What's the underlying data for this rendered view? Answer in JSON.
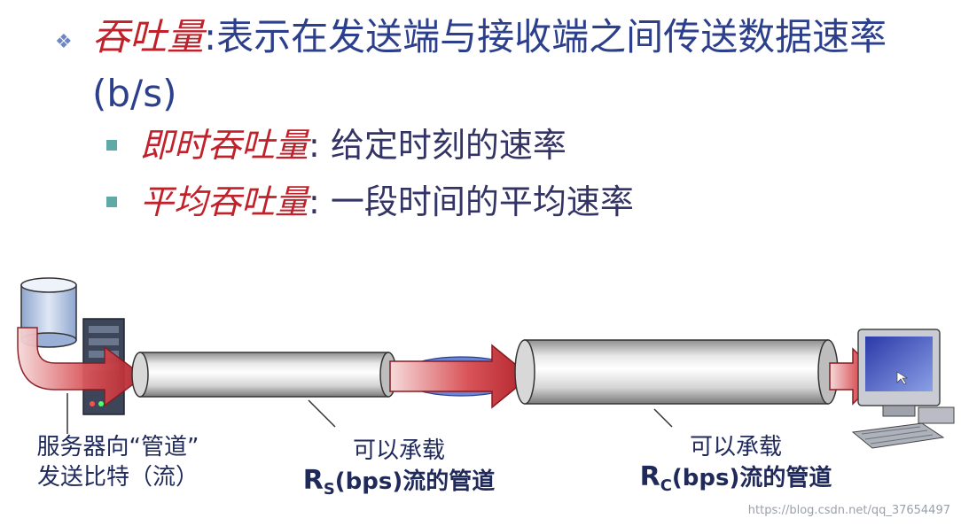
{
  "main_bullet": {
    "term": "吞吐量",
    "text": ":表示在发送端与接收端之间传送数据速率 (b/s)"
  },
  "sub_bullets": [
    {
      "term": "即时吞吐量",
      "text": ": 给定时刻的速率"
    },
    {
      "term": "平均吞吐量",
      "text": ": 一段时间的平均速率"
    }
  ],
  "captions": {
    "server": {
      "line1": "服务器向“管道”",
      "line2": "发送比特（流）"
    },
    "pipe_s": {
      "line1": "可以承载",
      "r": "R",
      "sub": "S",
      "rest": "(bps)流的管道"
    },
    "pipe_c": {
      "line1": "可以承载",
      "r": "R",
      "sub": "C",
      "rest": "(bps)流的管道"
    }
  },
  "watermark": "https://blog.csdn.net/qq_37654497",
  "colors": {
    "title_blue": "#2b3f8c",
    "term_red": "#c0212a",
    "arrow_red": "#c0333a",
    "bullet_teal": "#5fa9a6"
  }
}
